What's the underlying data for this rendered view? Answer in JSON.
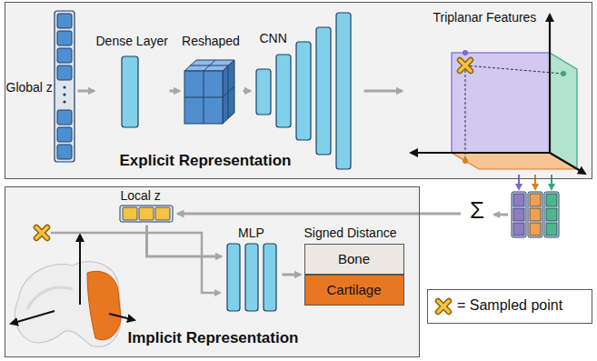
{
  "diagram": {
    "nodes": [
      {
        "text": [
          "Explicit Representation"
        ]
      },
      {
        "text": [
          "Global z"
        ],
        "in": 0
      },
      {
        "text": [
          "Dense Layer"
        ],
        "in": 0
      },
      {
        "text": [
          "Reshaped"
        ],
        "in": 0
      },
      {
        "text": [
          "CNN"
        ],
        "in": 0
      },
      {
        "text": [
          "Triplanar Features"
        ],
        "in": 0
      },
      {
        "text": [
          "Implicit Representation"
        ]
      },
      {
        "text": [
          "Local z"
        ],
        "in": 6
      },
      {
        "text": [
          "MLP"
        ],
        "in": 6
      },
      {
        "text": [
          "Signed Distance"
        ],
        "in": 6
      },
      {
        "text": [
          "Bone"
        ],
        "in": 9
      },
      {
        "text": [
          "Cartilage"
        ],
        "in": 9
      },
      {
        "text": [
          "Σ"
        ]
      }
    ],
    "edges": [
      {
        "from": 1,
        "to": 2,
        "arrow": "to"
      },
      {
        "from": 2,
        "to": 3,
        "arrow": "to"
      },
      {
        "from": 3,
        "to": 4,
        "arrow": "to"
      },
      {
        "from": 4,
        "to": 5,
        "arrow": "to"
      },
      {
        "from": 12,
        "to": 7,
        "arrow": "to"
      },
      {
        "from": 7,
        "to": 8,
        "arrow": "to"
      },
      {
        "from": 8,
        "to": 9,
        "arrow": "to"
      }
    ],
    "legend": [
      {
        "text": "= Sampled point"
      }
    ]
  }
}
